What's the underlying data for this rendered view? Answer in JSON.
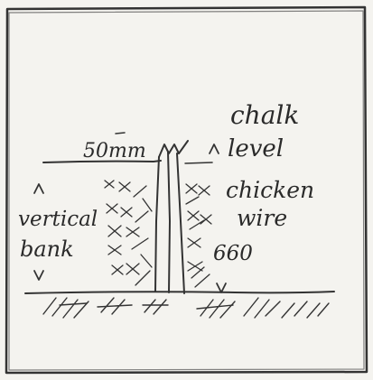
{
  "annotations": {
    "chalk": "chalk",
    "level": "level",
    "chicken": "chicken",
    "wire": "wire",
    "width": "50mm",
    "vertical": "vertical",
    "bank": "bank",
    "depth": "660"
  }
}
